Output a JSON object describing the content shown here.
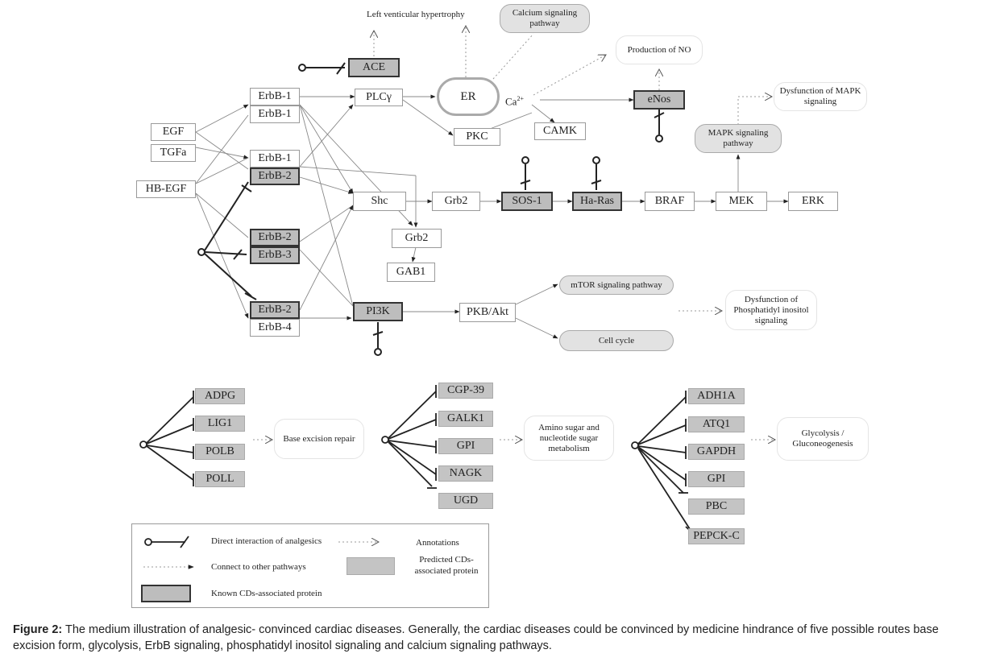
{
  "nodes": {
    "ace": "ACE",
    "er": "ER",
    "plcy": "PLCγ",
    "erbb1_a": "ErbB-1",
    "erbb1_b": "ErbB-1",
    "egf": "EGF",
    "tgfa": "TGFa",
    "hbegf": "HB-EGF",
    "erbb1_c": "ErbB-1",
    "erbb2_a": "ErbB-2",
    "erbb2_b": "ErbB-2",
    "erbb3": "ErbB-3",
    "erbb2_c": "ErbB-2",
    "erbb4": "ErbB-4",
    "pkc": "PKC",
    "camk": "CAMK",
    "enos": "eNos",
    "shc": "Shc",
    "grb2_a": "Grb2",
    "sos1": "SOS-1",
    "haras": "Ha-Ras",
    "braf": "BRAF",
    "mek": "MEK",
    "erk": "ERK",
    "grb2_b": "Grb2",
    "gab1": "GAB1",
    "pi3k": "PI3K",
    "pkbakt": "PKB/Akt",
    "ca": "Ca",
    "ca_sup": "2+"
  },
  "annotations": {
    "lvh": "Left venticular hypertrophy",
    "calcium": "Calcium signaling pathway",
    "no": "Production of NO",
    "mapk_dys": "Dysfunction of MAPK signaling",
    "mapk_path": "MAPK signaling pathway",
    "mtor": "mTOR signaling pathway",
    "cellcycle": "Cell cycle",
    "pi_dys": "Dysfunction of Phosphatidyl inositol signaling",
    "ber": "Base excision repair",
    "amino": "Amino sugar and nucleotide sugar metabolism",
    "glyco": "Glycolysis / Gluconeogenesis"
  },
  "groups": {
    "ber": [
      "ADPG",
      "LIG1",
      "POLB",
      "POLL"
    ],
    "amino": [
      "CGP-39",
      "GALK1",
      "GPI",
      "NAGK",
      "UGD"
    ],
    "glyco": [
      "ADH1A",
      "ATQ1",
      "GAPDH",
      "GPI",
      "PBC",
      "PEPCK-C"
    ]
  },
  "legend": {
    "direct": "Direct interaction of analgesics",
    "annotations": "Annotations",
    "connect": "Connect to other pathways",
    "predicted": "Predicted CDs-associated protein",
    "known": "Known CDs-associated protein"
  },
  "caption": {
    "label": "Figure 2:",
    "text": " The medium illustration of analgesic- convinced cardiac diseases. Generally, the cardiac diseases could be convinced by medicine hindrance of five possible routes base excision form, glycolysis, ErbB signaling, phosphatidyl inositol signaling and calcium signaling pathways."
  },
  "colors": {
    "known_fill": "#bdbdbd",
    "predicted_fill": "#c4c4c4",
    "pathway_fill": "#e2e2e2",
    "line": "#555555"
  }
}
